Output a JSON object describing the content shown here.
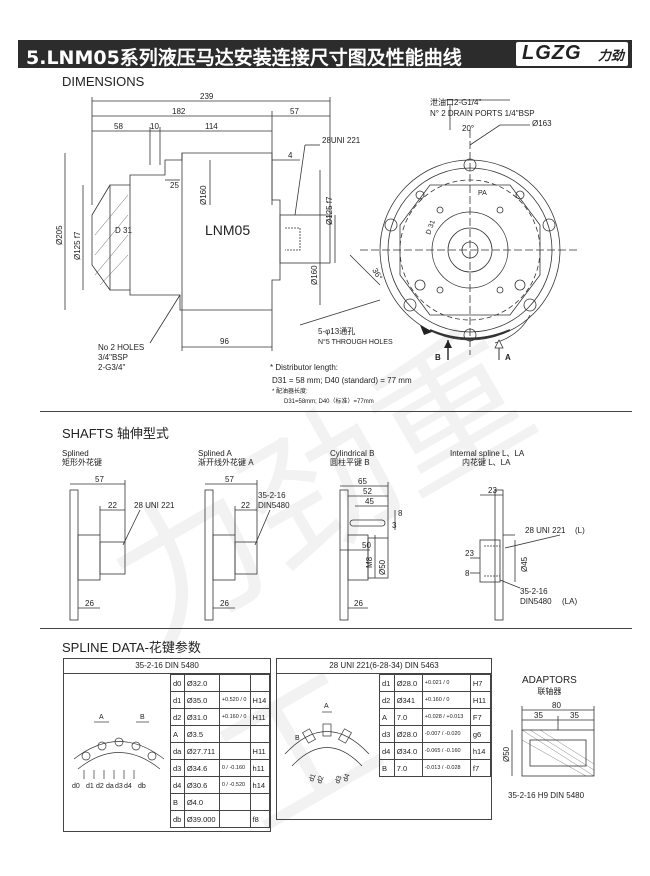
{
  "header": {
    "title": "5.LNM05系列液压马达安装连接尺寸图及性能曲线",
    "logo_text": "LGZG",
    "logo_cn": "力劲"
  },
  "dimensions": {
    "label": "DIMENSIONS",
    "dims": [
      "239",
      "182",
      "57",
      "58",
      "10",
      "114",
      "28UNI 221",
      "4",
      "25",
      "Ø160",
      "Ø205",
      "Ø125 f7",
      "D 31",
      "LNM05",
      "Ø125 f7",
      "Ø160",
      "96"
    ],
    "ports_note": [
      "No 2 HOLES",
      "3/4\"BSP",
      "2-G3/4\""
    ],
    "drain_cn": "泄油口2-G1/4\"",
    "drain_en": "N° 2 DRAIN PORTS 1/4\"BSP",
    "angle": "20°",
    "pcd": "Ø163",
    "through_cn": "5-φ13通孔",
    "through_en": "N°5 THROUGH HOLES",
    "port_a": "A",
    "port_b": "B",
    "pa": "PA",
    "d31": "D 31",
    "ang36": "36°",
    "distributor_label": "* Distributor length:",
    "distributor_en": "D31 = 58 mm; D40 (standard) = 77 mm",
    "distributor_cn_label": "* 配油器长度:",
    "distributor_cn": "D31=58mm; D40（标准）=77mm"
  },
  "shafts": {
    "label": "SHAFTS 轴伸型式",
    "splined": {
      "en": "Splined",
      "cn": "矩形外花键",
      "dims": [
        "57",
        "22",
        "28 UNI 221",
        "26"
      ]
    },
    "splined_a": {
      "en": "Splined A",
      "cn": "渐开线外花键 A",
      "dims": [
        "57",
        "22",
        "35-2-16",
        "DIN5480",
        "26"
      ]
    },
    "cylindrical": {
      "en": "Cylindrical B",
      "cn": "圆柱平键 B",
      "dims": [
        "65",
        "52",
        "45",
        "8",
        "3",
        "50",
        "M8",
        "Ø50",
        "26"
      ]
    },
    "internal": {
      "en": "Internal spline L、LA",
      "cn": "内花键 L、LA",
      "dims": [
        "23",
        "28 UNI 221",
        "(L)",
        "23",
        "8",
        "Ø45",
        "35-2-16",
        "DIN5480",
        "(LA)"
      ]
    }
  },
  "spline": {
    "label": "SPLINE DATA-花键参数",
    "t1_title": "35-2-16 DIN 5480",
    "t1_fig": [
      "A",
      "B",
      "d0",
      "d1",
      "d2",
      "da",
      "d3",
      "d4",
      "db"
    ],
    "t1_rows": [
      {
        "k": "d0",
        "v": "Ø32.0",
        "tol": "",
        "f": ""
      },
      {
        "k": "d1",
        "v": "Ø35.0",
        "tol": "+0.520 / 0",
        "f": "H14"
      },
      {
        "k": "d2",
        "v": "Ø31.0",
        "tol": "+0.160 / 0",
        "f": "H11"
      },
      {
        "k": "A",
        "v": "Ø3.5",
        "tol": "",
        "f": ""
      },
      {
        "k": "da",
        "v": "Ø27.711",
        "tol": "",
        "f": "H11"
      },
      {
        "k": "d3",
        "v": "Ø34.6",
        "tol": "0 / -0.160",
        "f": "h11"
      },
      {
        "k": "d4",
        "v": "Ø30.6",
        "tol": "0 / -0.520",
        "f": "h14"
      },
      {
        "k": "B",
        "v": "Ø4.0",
        "tol": "",
        "f": ""
      },
      {
        "k": "db",
        "v": "Ø39.000",
        "tol": "",
        "f": "f8"
      }
    ],
    "t2_title": "28 UNI 221(6-28-34) DIN 5463",
    "t2_fig": [
      "A",
      "B",
      "d1",
      "d2",
      "d3",
      "d4"
    ],
    "t2_rows": [
      {
        "k": "d1",
        "v": "Ø28.0",
        "tol": "+0.021 / 0",
        "f": "H7"
      },
      {
        "k": "d2",
        "v": "Ø341",
        "tol": "+0.160 / 0",
        "f": "H11"
      },
      {
        "k": "A",
        "v": "7.0",
        "tol": "+0.028 / +0.013",
        "f": "F7"
      },
      {
        "k": "d3",
        "v": "Ø28.0",
        "tol": "-0.007 / -0.020",
        "f": "g6"
      },
      {
        "k": "d4",
        "v": "Ø34.0",
        "tol": "-0.065 / -0.160",
        "f": "h14"
      },
      {
        "k": "B",
        "v": "7.0",
        "tol": "-0.013 / -0.028",
        "f": "f7"
      }
    ],
    "adaptors": {
      "en": "ADAPTORS",
      "cn": "联轴器",
      "dims": [
        "80",
        "35",
        "35",
        "Ø50"
      ],
      "note": "35-2-16 H9 DIN 5480"
    }
  },
  "watermark": "力劲重工"
}
